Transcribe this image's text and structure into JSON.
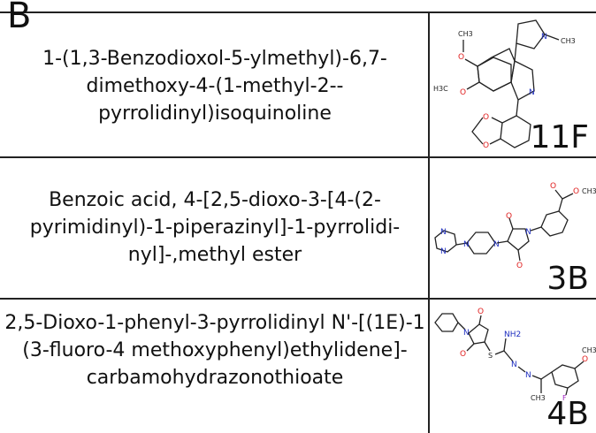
{
  "panel_label": "B",
  "rows": [
    {
      "name_lines": [
        "1-(1,3-Benzodioxol-5-ylmethyl)-6,7-",
        "dimethoxy-4-(1-methyl-2--",
        "pyrrolidinyl)isoquinoline"
      ],
      "code": "11F"
    },
    {
      "name_lines": [
        "Benzoic acid, 4-[2,5-dioxo-3-[4-(2-",
        "pyrimidinyl)-1-piperazinyl]-1-pyrrolidi-",
        "nyl]-,methyl ester"
      ],
      "code": "3B"
    },
    {
      "name_lines": [
        "2,5-Dioxo-1-phenyl-3-pyrrolidinyl N'-[(1E)-1",
        "(3-fluoro-4 methoxyphenyl)ethylidene]-",
        "carbamohydrazonothioate"
      ],
      "code": "4B"
    }
  ],
  "structure_labels": {
    "s1": {
      "ch3_top": "CH3",
      "o_top": "O",
      "h3c": "H3C",
      "o_mid": "O",
      "n_ring": "N",
      "n_pyr": "N",
      "ch3_pyr": "CH3",
      "o_diox1": "O",
      "o_diox2": "O"
    },
    "s2": {
      "n_pym1": "N",
      "n_pym2": "N",
      "n_pip1": "N",
      "n_pip2": "N",
      "n_imide": "N",
      "o1": "O",
      "o2": "O",
      "o_ester1": "O",
      "o_ester2": "O",
      "ch3": "CH3"
    },
    "s3": {
      "n_ph": "N",
      "o1": "O",
      "o2": "O",
      "s": "S",
      "nh2": "NH2",
      "n1": "N",
      "n2": "N",
      "o_me": "O",
      "ch3_me": "CH3",
      "ch3": "CH3",
      "f": "F"
    }
  },
  "colors": {
    "oxygen": "#e02020",
    "nitrogen": "#2030c0",
    "fluorine": "#a020c0",
    "border": "#222222"
  }
}
